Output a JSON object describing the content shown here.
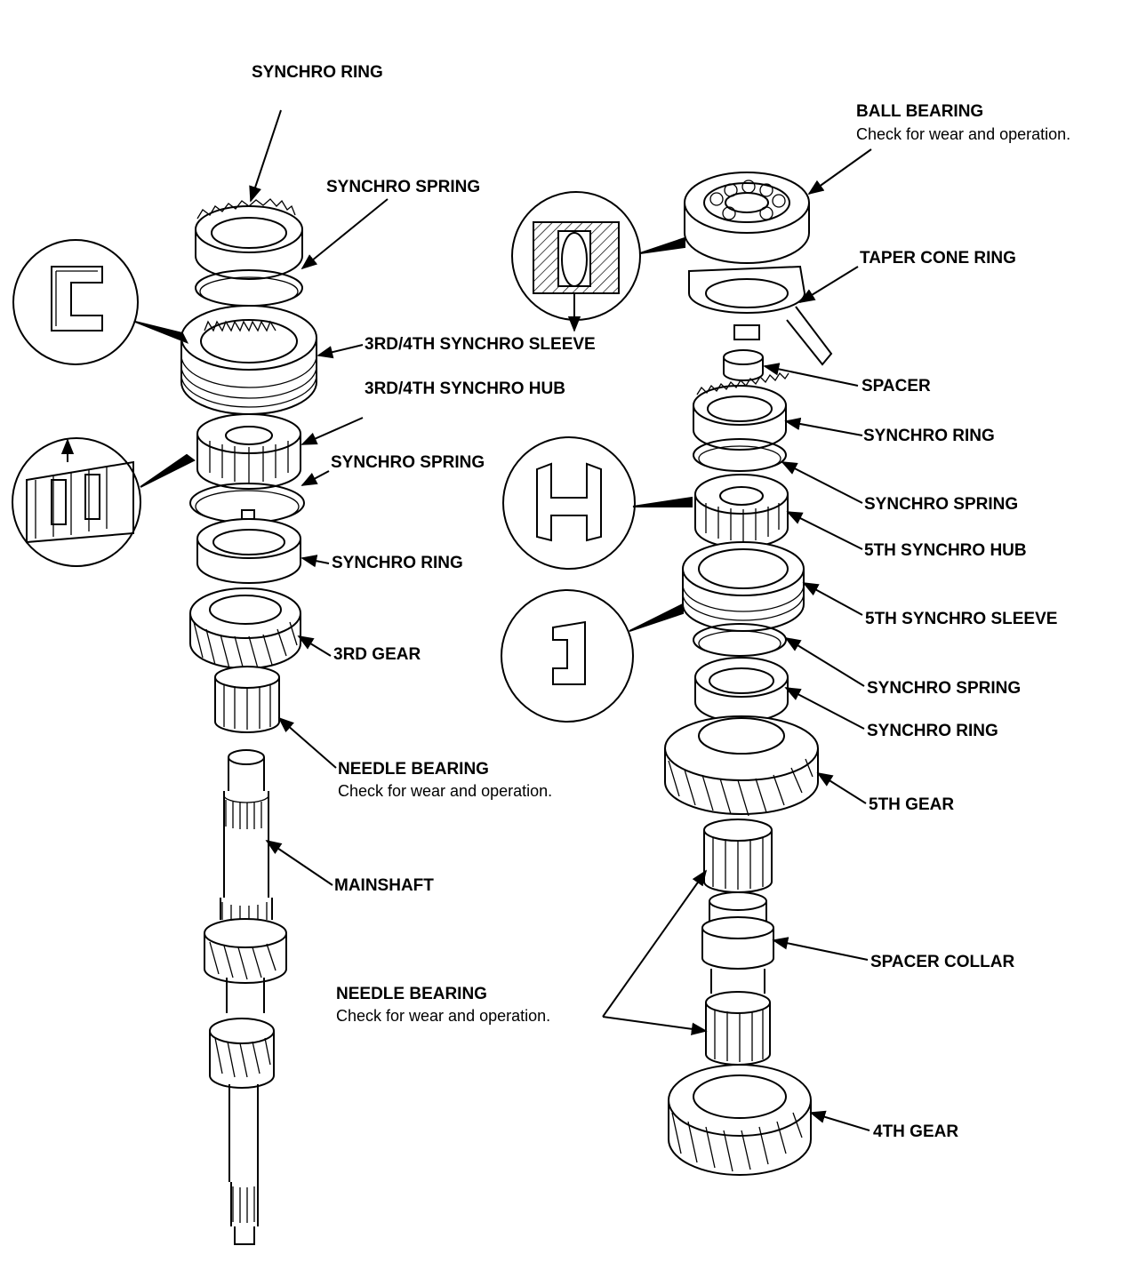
{
  "labels": {
    "synchro_ring_top": "SYNCHRO RING",
    "synchro_spring_top": "SYNCHRO SPRING",
    "sleeve_34": "3RD/4TH SYNCHRO SLEEVE",
    "hub_34": "3RD/4TH SYNCHRO HUB",
    "synchro_spring_mid": "SYNCHRO SPRING",
    "synchro_ring_mid": "SYNCHRO RING",
    "gear_3rd": "3RD GEAR",
    "needle_bearing_left": "NEEDLE BEARING",
    "needle_bearing_left_note": "Check for wear and operation.",
    "mainshaft": "MAINSHAFT",
    "needle_bearing_center": "NEEDLE BEARING",
    "needle_bearing_center_note": "Check for wear and operation.",
    "ball_bearing": "BALL BEARING",
    "ball_bearing_note": "Check for wear and operation.",
    "taper_cone_ring": "TAPER CONE RING",
    "spacer": "SPACER",
    "synchro_ring_r1": "SYNCHRO RING",
    "synchro_spring_r1": "SYNCHRO SPRING",
    "hub_5th": "5TH SYNCHRO HUB",
    "sleeve_5th": "5TH SYNCHRO SLEEVE",
    "synchro_spring_r2": "SYNCHRO SPRING",
    "synchro_ring_r2": "SYNCHRO RING",
    "gear_5th": "5TH GEAR",
    "spacer_collar": "SPACER COLLAR",
    "gear_4th": "4TH GEAR"
  }
}
